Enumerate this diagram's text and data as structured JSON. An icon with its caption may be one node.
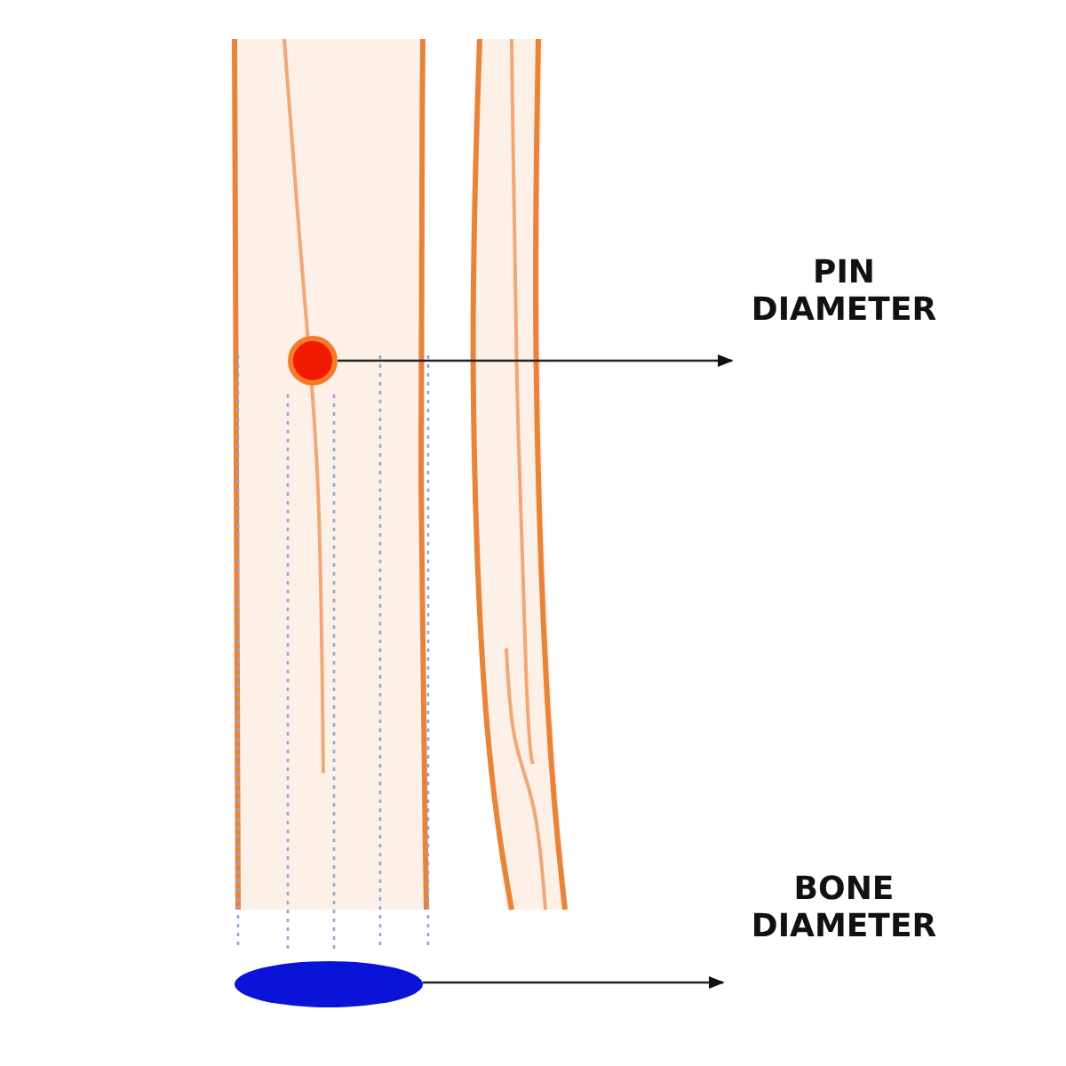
{
  "diagram": {
    "nodes": [
      {
        "text": [
          "PIN DIAMETER"
        ]
      },
      {
        "text": [],
        "shape": "circle"
      },
      {
        "text": [
          "BONE DIAMETER"
        ]
      },
      {
        "text": [],
        "shape": "ellipse"
      }
    ],
    "edges": [
      {
        "from": 1,
        "to": 0,
        "arrow": "to"
      },
      {
        "from": 3,
        "to": 2,
        "arrow": "to"
      }
    ]
  }
}
